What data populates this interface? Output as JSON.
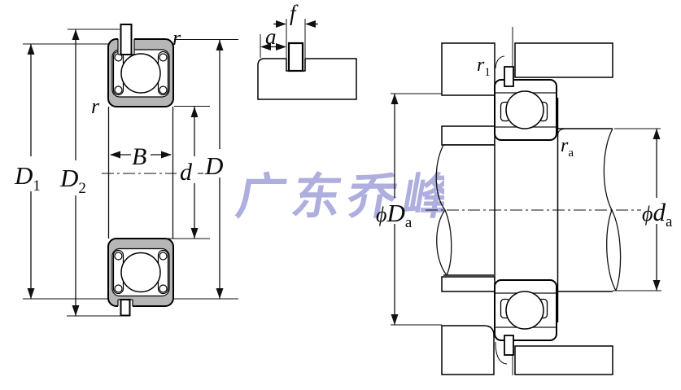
{
  "watermark": {
    "text": "广东乔峰",
    "color": "#9a9ad8"
  },
  "colors": {
    "body_gray": "#b6b6b6",
    "housing_gray": "#aeaeae",
    "light_gray": "#d8d8d8",
    "line": "#111111"
  },
  "front_view": {
    "dim_labels": {
      "D1": {
        "base": "D",
        "sub": "1"
      },
      "D2": {
        "base": "D",
        "sub": "2"
      },
      "B": "B",
      "d": "d",
      "D": "D",
      "r_top": "r",
      "r_side": "r"
    }
  },
  "groove_detail": {
    "dim_labels": {
      "a": "a",
      "f": "f"
    }
  },
  "mounted_view": {
    "dim_labels": {
      "r1": {
        "base": "r",
        "sub": "1"
      },
      "ra": {
        "base": "r",
        "sub": "a"
      },
      "Da": {
        "phi": "ϕ",
        "base": "D",
        "sub": "a"
      },
      "da": {
        "phi": "ϕ",
        "base": "d",
        "sub": "a"
      }
    }
  }
}
